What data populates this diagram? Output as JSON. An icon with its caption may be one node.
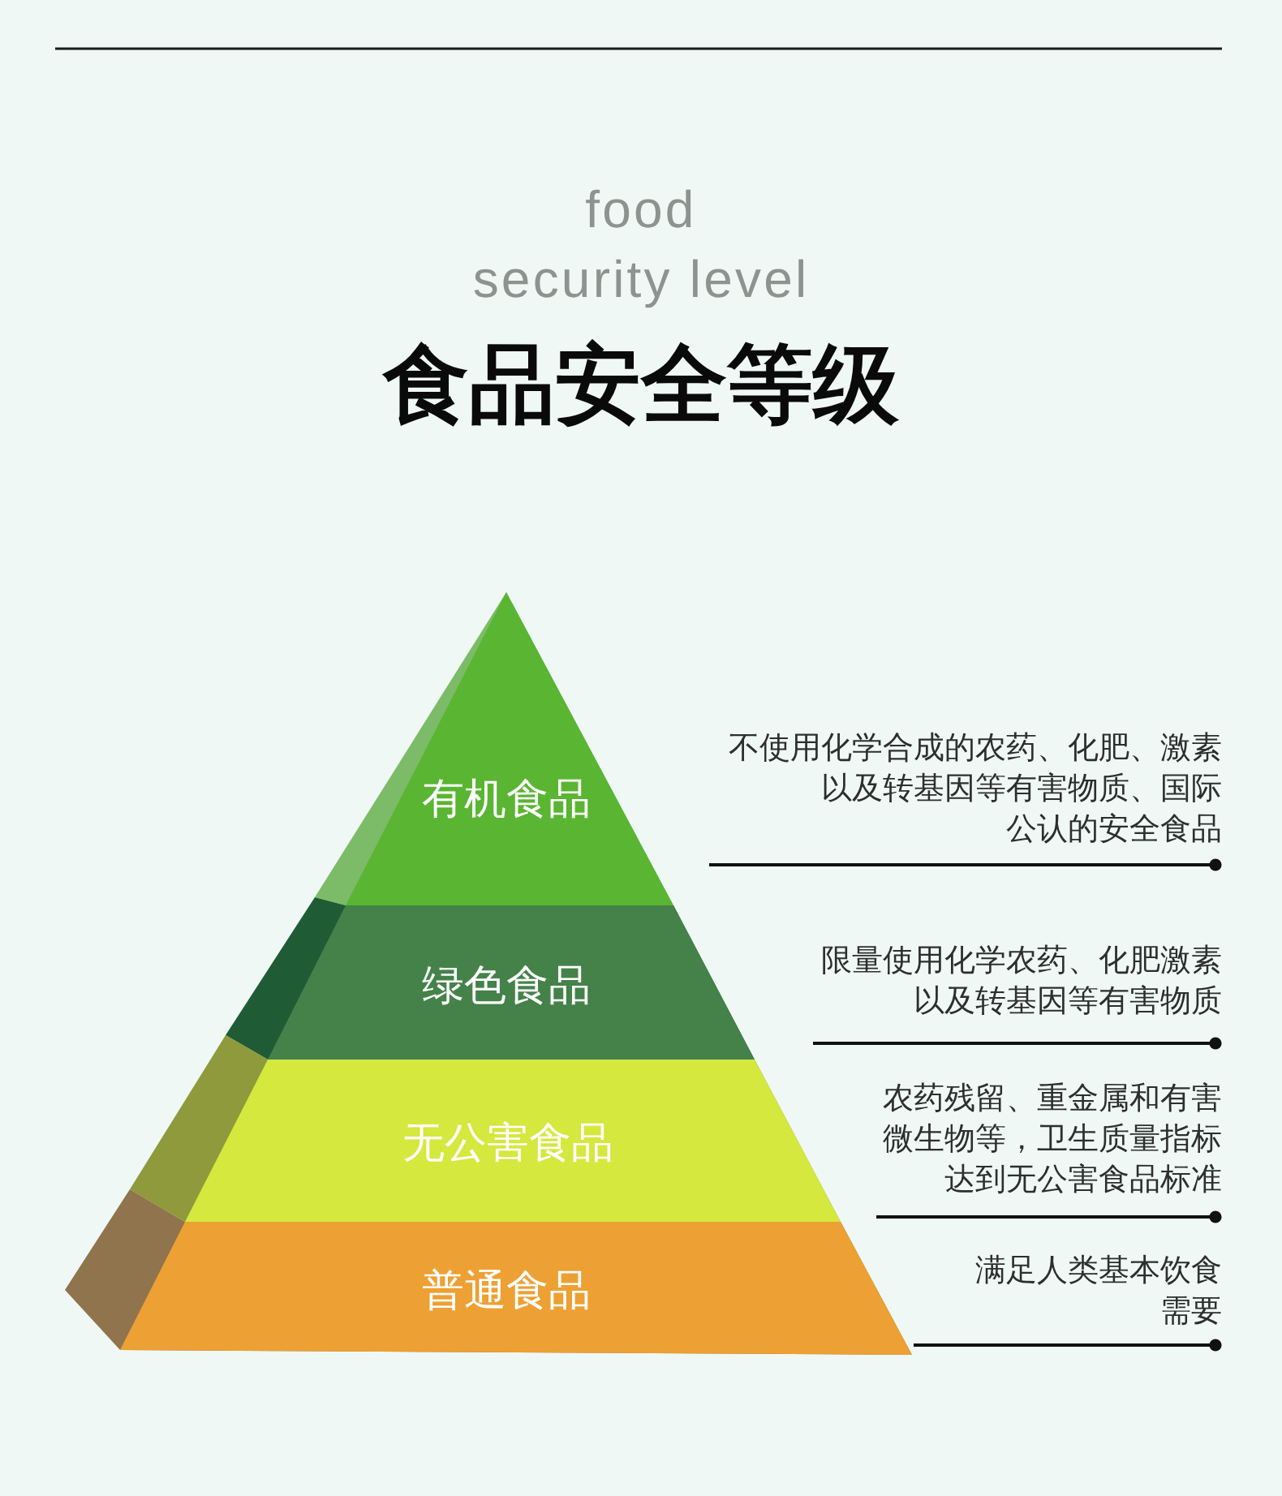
{
  "diagram": {
    "title": "食品安全等级",
    "nodes": [
      {
        "text": [
          "有机食品"
        ]
      },
      {
        "text": [
          "绿色食品"
        ]
      },
      {
        "text": [
          "无公害食品"
        ]
      },
      {
        "text": [
          "普通食品"
        ]
      }
    ],
    "labels": [
      "food security level",
      "不使用化学合成的农药、化肥、激素以及转基因等有害物质、国际公认的安全食品",
      "限量使用化学农药、化肥激素以及转基因等有害物质",
      "农药残留、重金属和有害微生物等，卫生质量指标达到无公害食品标准",
      "满足人类基本饮食需要"
    ]
  }
}
